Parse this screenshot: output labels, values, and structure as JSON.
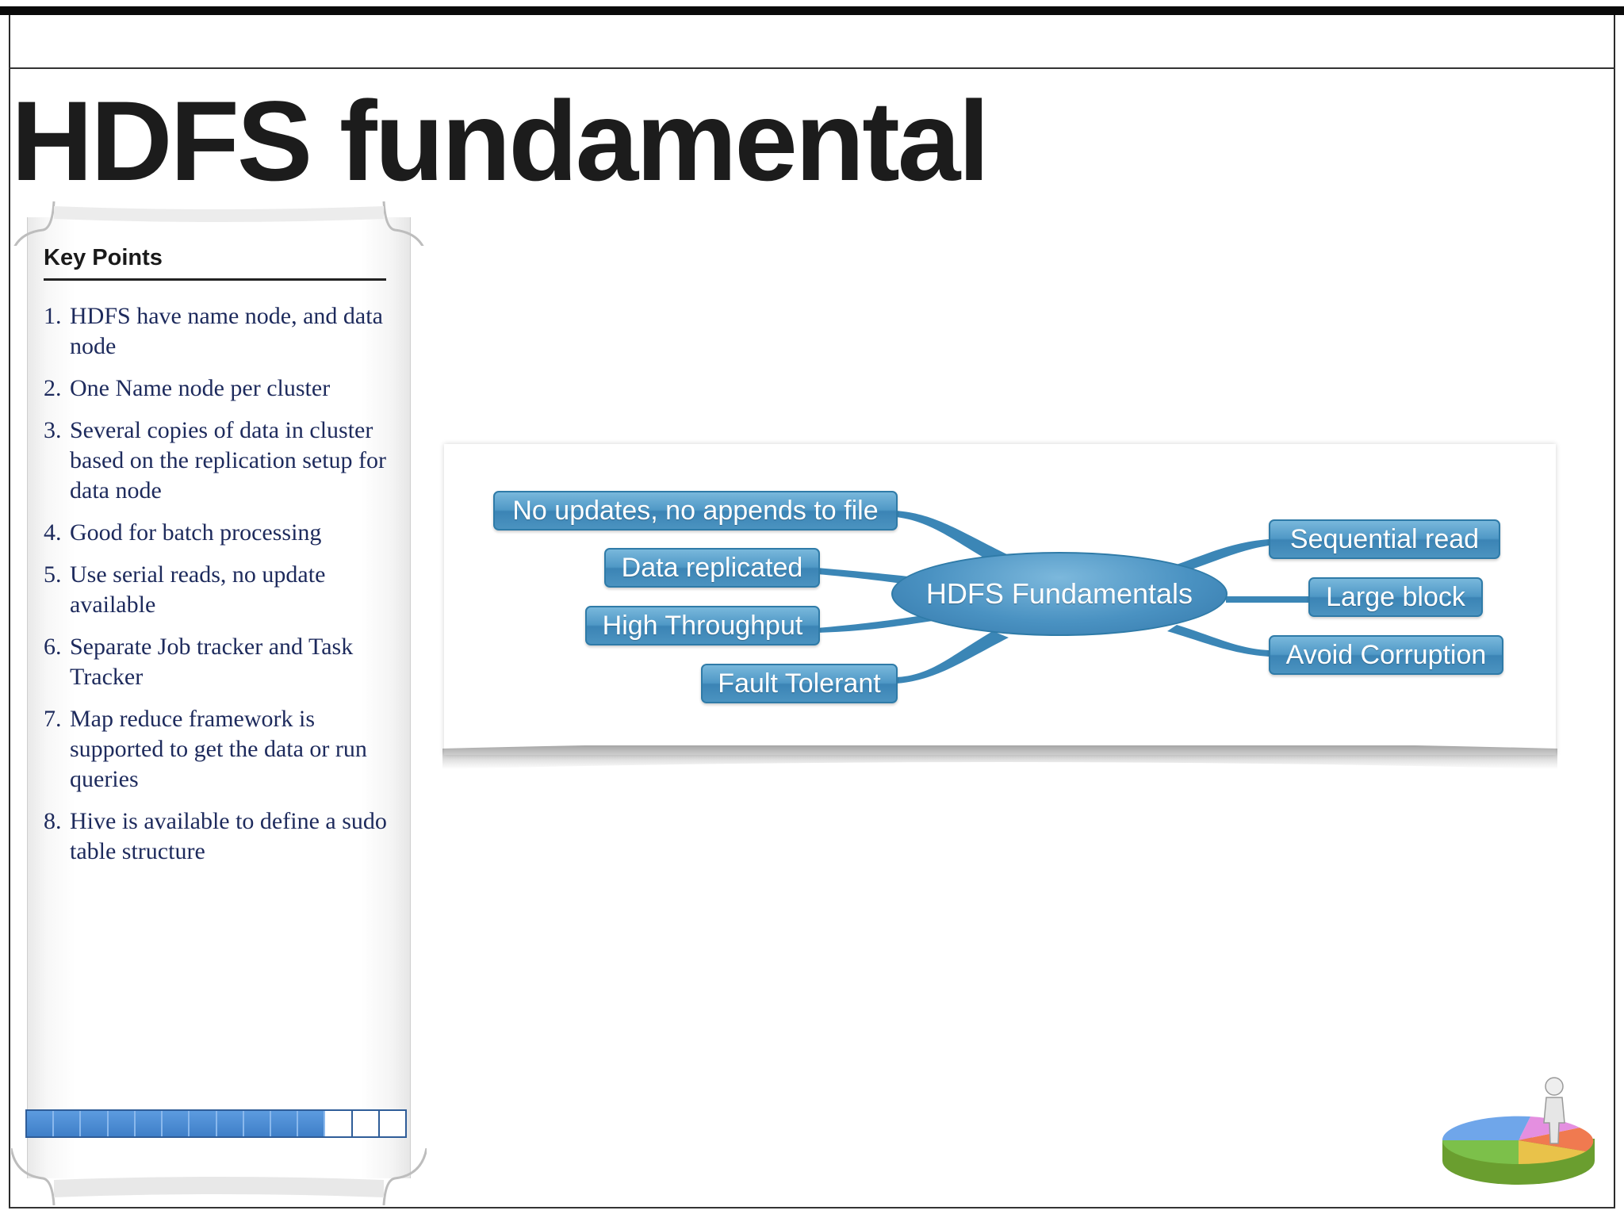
{
  "slide": {
    "title": "HDFS fundamental"
  },
  "key_points": {
    "heading": "Key Points",
    "items": [
      {
        "num": "1.",
        "text": "HDFS have name node, and data node"
      },
      {
        "num": "2.",
        "text": "One Name node per cluster"
      },
      {
        "num": "3.",
        "text": "Several copies of data in cluster based on the replication setup for data node"
      },
      {
        "num": "4.",
        "text": "Good for batch processing"
      },
      {
        "num": "5.",
        "text": "Use serial reads, no update available"
      },
      {
        "num": "6.",
        "text": "Separate Job tracker and Task Tracker"
      },
      {
        "num": "7.",
        "text": "Map reduce framework is supported to get the data or run queries"
      },
      {
        "num": "8.",
        "text": "Hive is available to define a sudo table structure"
      }
    ]
  },
  "progress": {
    "filled_segments": 11,
    "total_segments": 14
  },
  "mind_map": {
    "center": "HDFS Fundamentals",
    "left_nodes": [
      "No updates, no appends to file",
      "Data replicated",
      "High Throughput",
      "Fault Tolerant"
    ],
    "right_nodes": [
      "Sequential read",
      "Large block",
      "Avoid Corruption"
    ]
  },
  "colors": {
    "node_blue": "#4f98c6",
    "node_border": "#2f7ba8",
    "key_point_text": "#1d2a5c",
    "progress_blue": "#3f7fc8"
  },
  "icons": {
    "pie_figure": "pie-chart-with-figure-icon"
  }
}
